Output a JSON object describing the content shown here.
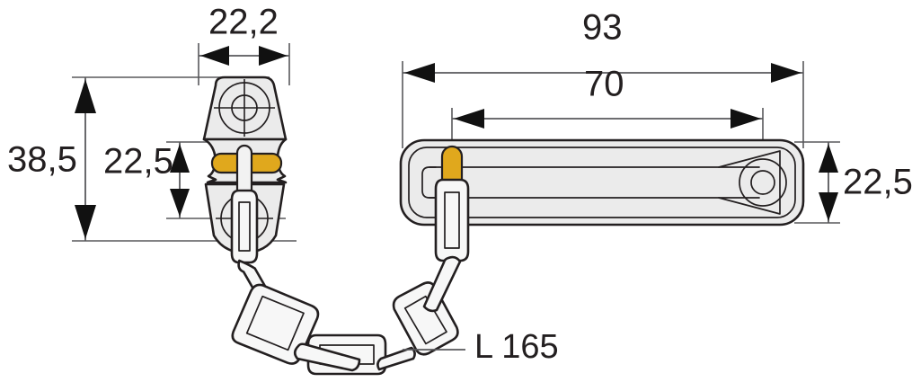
{
  "drawing": {
    "title": "Technical dimension drawing - chain with toggle clamp and bar latch",
    "units_note": "",
    "colors": {
      "accent_gold": "#e0a81d",
      "outline": "#231f20",
      "dimension_line": "#58585b",
      "part_fill": "#ebebeb",
      "background": "#ffffff"
    }
  },
  "dimensions": {
    "clamp_width": "22,2",
    "clamp_total_height": "38,5",
    "clamp_inner_height": "22,5",
    "bar_total_length": "93",
    "bar_hole_spacing": "70",
    "bar_height": "22,5"
  },
  "labels": {
    "chain_length": "L 165"
  },
  "parts": {
    "toggle_clamp": "toggle-clamp-assembly",
    "bar_latch": "bar-latch-assembly",
    "chain": "connecting-chain"
  }
}
